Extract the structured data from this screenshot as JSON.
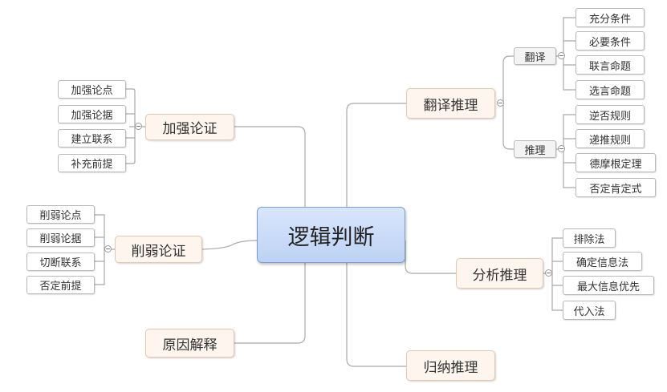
{
  "central": "逻辑判断",
  "branches": {
    "strengthen": {
      "label": "加强论证",
      "children": [
        "加强论点",
        "加强论据",
        "建立联系",
        "补充前提"
      ]
    },
    "weaken": {
      "label": "削弱论证",
      "children": [
        "削弱论点",
        "削弱论据",
        "切断联系",
        "否定前提"
      ]
    },
    "explain": {
      "label": "原因解释"
    },
    "translate": {
      "label": "翻译推理",
      "sub": [
        {
          "label": "翻译",
          "children": [
            "充分条件",
            "必要条件",
            "联言命题",
            "选言命题"
          ]
        },
        {
          "label": "推理",
          "children": [
            "逆否规则",
            "递推规则",
            "德摩根定理",
            "否定肯定式"
          ]
        }
      ]
    },
    "analysis": {
      "label": "分析推理",
      "children": [
        "排除法",
        "确定信息法",
        "最大信息优先",
        "代入法"
      ]
    },
    "induction": {
      "label": "归纳推理"
    }
  }
}
